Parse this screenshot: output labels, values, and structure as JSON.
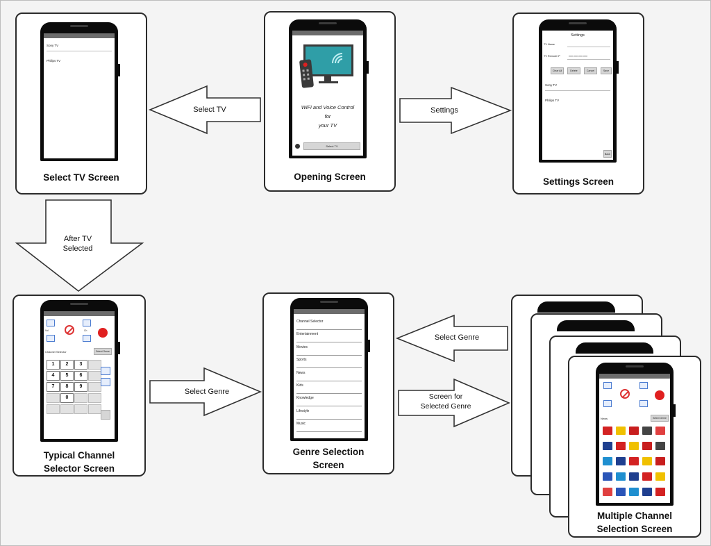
{
  "cards": {
    "opening": {
      "caption": "Opening Screen",
      "tagline": [
        "WiFi and Voice Control",
        "for",
        "your TV"
      ],
      "button": "Select TV"
    },
    "select_tv": {
      "caption": "Select TV Screen",
      "tvs": [
        "Sony TV",
        "Philips TV"
      ]
    },
    "settings": {
      "caption": "Settings Screen",
      "title": "Settings",
      "fields": [
        {
          "label": "TV Name",
          "placeholder": ""
        },
        {
          "label": "TV Remote IP",
          "placeholder": "###.###.###.###"
        }
      ],
      "buttons": [
        "Clear All",
        "Delete",
        "Cancel",
        "Save"
      ],
      "tvs": [
        "Sony TV",
        "Philips TV"
      ],
      "back": "Back"
    },
    "channel": {
      "caption": [
        "Typical Channel",
        "Selector Screen"
      ],
      "label": "Channel Selector",
      "select_genre": "Select Genre",
      "keys": [
        "1",
        "2",
        "3",
        "4",
        "5",
        "6",
        "7",
        "8",
        "9",
        "0"
      ]
    },
    "genre": {
      "caption": [
        "Genre Selection",
        "Screen"
      ],
      "items": [
        "Channel Selector",
        "Entertainment",
        "Movies",
        "Sports",
        "News",
        "Kids",
        "Knowledge",
        "Lifestyle",
        "Music"
      ]
    },
    "multiple": {
      "caption": [
        "Multiple Channel",
        "Selection Screen"
      ],
      "label": "News",
      "select_genre": "Select Genre"
    }
  },
  "arrows": {
    "select_tv": "Select TV",
    "settings": "Settings",
    "after_tv": [
      "After TV",
      "Selected"
    ],
    "select_genre_right": "Select Genre",
    "select_genre_left": "Select Genre",
    "screen_for": [
      "Screen for",
      "Selected Genre"
    ]
  },
  "colors": {
    "tv_teal": "#2f9ea7",
    "remote_dark": "#3a3a3a",
    "red_button": "#e02020",
    "blue_button": "#4a7bd0"
  }
}
